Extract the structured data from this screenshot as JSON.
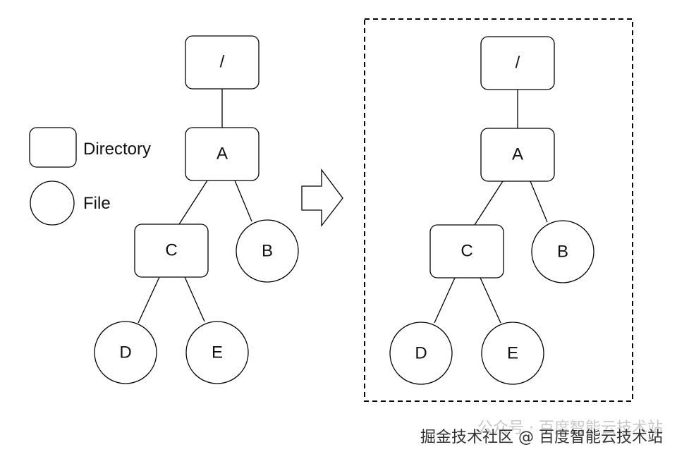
{
  "legend": {
    "directory_label": "Directory",
    "file_label": "File"
  },
  "left_tree": {
    "root": "/",
    "a": "A",
    "b": "B",
    "c": "C",
    "d": "D",
    "e": "E"
  },
  "right_tree": {
    "root": "/",
    "a": "A",
    "b": "B",
    "c": "C",
    "d": "D",
    "e": "E"
  },
  "watermark": {
    "ghost": "公众号 · 百度智能云技术站",
    "main": "掘金技术社区 @ 百度智能云技术站"
  },
  "colors": {
    "stroke": "#000000",
    "fill": "#ffffff"
  }
}
